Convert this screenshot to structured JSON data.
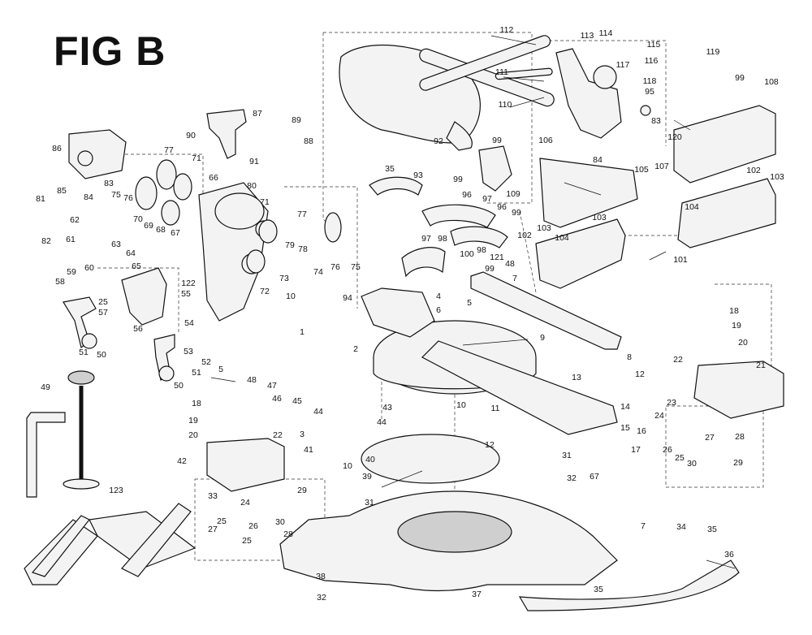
{
  "figure": {
    "title": "FIG B"
  },
  "callouts": [
    {
      "id": "c1",
      "label": "1"
    },
    {
      "id": "c2",
      "label": "2"
    },
    {
      "id": "c3",
      "label": "3"
    },
    {
      "id": "c4",
      "label": "4"
    },
    {
      "id": "c5a",
      "label": "5"
    },
    {
      "id": "c5b",
      "label": "5"
    },
    {
      "id": "c6",
      "label": "6"
    },
    {
      "id": "c7a",
      "label": "7"
    },
    {
      "id": "c7b",
      "label": "7"
    },
    {
      "id": "c8",
      "label": "8"
    },
    {
      "id": "c9",
      "label": "9"
    },
    {
      "id": "c10a",
      "label": "10"
    },
    {
      "id": "c10b",
      "label": "10"
    },
    {
      "id": "c10c",
      "label": "10"
    },
    {
      "id": "c11",
      "label": "11"
    },
    {
      "id": "c12a",
      "label": "12"
    },
    {
      "id": "c12b",
      "label": "12"
    },
    {
      "id": "c13",
      "label": "13"
    },
    {
      "id": "c14",
      "label": "14"
    },
    {
      "id": "c15",
      "label": "15"
    },
    {
      "id": "c16",
      "label": "16"
    },
    {
      "id": "c17",
      "label": "17"
    },
    {
      "id": "c18a",
      "label": "18"
    },
    {
      "id": "c18b",
      "label": "18"
    },
    {
      "id": "c19a",
      "label": "19"
    },
    {
      "id": "c19b",
      "label": "19"
    },
    {
      "id": "c20a",
      "label": "20"
    },
    {
      "id": "c20b",
      "label": "20"
    },
    {
      "id": "c21",
      "label": "21"
    },
    {
      "id": "c22a",
      "label": "22"
    },
    {
      "id": "c22b",
      "label": "22"
    },
    {
      "id": "c23",
      "label": "23"
    },
    {
      "id": "c24a",
      "label": "24"
    },
    {
      "id": "c24b",
      "label": "24"
    },
    {
      "id": "c25a",
      "label": "25"
    },
    {
      "id": "c25b",
      "label": "25"
    },
    {
      "id": "c25c",
      "label": "25"
    },
    {
      "id": "c25d",
      "label": "25"
    },
    {
      "id": "c26a",
      "label": "26"
    },
    {
      "id": "c26b",
      "label": "26"
    },
    {
      "id": "c27a",
      "label": "27"
    },
    {
      "id": "c27b",
      "label": "27"
    },
    {
      "id": "c28a",
      "label": "28"
    },
    {
      "id": "c28b",
      "label": "28"
    },
    {
      "id": "c29a",
      "label": "29"
    },
    {
      "id": "c29b",
      "label": "29"
    },
    {
      "id": "c30a",
      "label": "30"
    },
    {
      "id": "c30b",
      "label": "30"
    },
    {
      "id": "c31a",
      "label": "31"
    },
    {
      "id": "c31b",
      "label": "31"
    },
    {
      "id": "c32a",
      "label": "32"
    },
    {
      "id": "c32b",
      "label": "32"
    },
    {
      "id": "c33",
      "label": "33"
    },
    {
      "id": "c34",
      "label": "34"
    },
    {
      "id": "c35a",
      "label": "35"
    },
    {
      "id": "c35b",
      "label": "35"
    },
    {
      "id": "c35c",
      "label": "35"
    },
    {
      "id": "c36",
      "label": "36"
    },
    {
      "id": "c37",
      "label": "37"
    },
    {
      "id": "c38",
      "label": "38"
    },
    {
      "id": "c39",
      "label": "39"
    },
    {
      "id": "c40",
      "label": "40"
    },
    {
      "id": "c41",
      "label": "41"
    },
    {
      "id": "c42",
      "label": "42"
    },
    {
      "id": "c43",
      "label": "43"
    },
    {
      "id": "c44a",
      "label": "44"
    },
    {
      "id": "c44b",
      "label": "44"
    },
    {
      "id": "c45",
      "label": "45"
    },
    {
      "id": "c46",
      "label": "46"
    },
    {
      "id": "c47",
      "label": "47"
    },
    {
      "id": "c48a",
      "label": "48"
    },
    {
      "id": "c48b",
      "label": "48"
    },
    {
      "id": "c49",
      "label": "49"
    },
    {
      "id": "c50a",
      "label": "50"
    },
    {
      "id": "c50b",
      "label": "50"
    },
    {
      "id": "c51a",
      "label": "51"
    },
    {
      "id": "c51b",
      "label": "51"
    },
    {
      "id": "c52",
      "label": "52"
    },
    {
      "id": "c53",
      "label": "53"
    },
    {
      "id": "c54",
      "label": "54"
    },
    {
      "id": "c55",
      "label": "55"
    },
    {
      "id": "c56",
      "label": "56"
    },
    {
      "id": "c57",
      "label": "57"
    },
    {
      "id": "c58",
      "label": "58"
    },
    {
      "id": "c59",
      "label": "59"
    },
    {
      "id": "c60",
      "label": "60"
    },
    {
      "id": "c61",
      "label": "61"
    },
    {
      "id": "c62",
      "label": "62"
    },
    {
      "id": "c63",
      "label": "63"
    },
    {
      "id": "c64",
      "label": "64"
    },
    {
      "id": "c65",
      "label": "65"
    },
    {
      "id": "c66",
      "label": "66"
    },
    {
      "id": "c67a",
      "label": "67"
    },
    {
      "id": "c67b",
      "label": "67"
    },
    {
      "id": "c68",
      "label": "68"
    },
    {
      "id": "c69",
      "label": "69"
    },
    {
      "id": "c70",
      "label": "70"
    },
    {
      "id": "c71a",
      "label": "71"
    },
    {
      "id": "c71b",
      "label": "71"
    },
    {
      "id": "c72",
      "label": "72"
    },
    {
      "id": "c73",
      "label": "73"
    },
    {
      "id": "c74",
      "label": "74"
    },
    {
      "id": "c75a",
      "label": "75"
    },
    {
      "id": "c75b",
      "label": "75"
    },
    {
      "id": "c76a",
      "label": "76"
    },
    {
      "id": "c76b",
      "label": "76"
    },
    {
      "id": "c77a",
      "label": "77"
    },
    {
      "id": "c77b",
      "label": "77"
    },
    {
      "id": "c78",
      "label": "78"
    },
    {
      "id": "c79",
      "label": "79"
    },
    {
      "id": "c80",
      "label": "80"
    },
    {
      "id": "c81",
      "label": "81"
    },
    {
      "id": "c82",
      "label": "82"
    },
    {
      "id": "c83a",
      "label": "83"
    },
    {
      "id": "c83b",
      "label": "83"
    },
    {
      "id": "c84a",
      "label": "84"
    },
    {
      "id": "c84b",
      "label": "84"
    },
    {
      "id": "c85",
      "label": "85"
    },
    {
      "id": "c86",
      "label": "86"
    },
    {
      "id": "c87",
      "label": "87"
    },
    {
      "id": "c88",
      "label": "88"
    },
    {
      "id": "c89",
      "label": "89"
    },
    {
      "id": "c90",
      "label": "90"
    },
    {
      "id": "c91",
      "label": "91"
    },
    {
      "id": "c92",
      "label": "92"
    },
    {
      "id": "c93",
      "label": "93"
    },
    {
      "id": "c94",
      "label": "94"
    },
    {
      "id": "c95",
      "label": "95"
    },
    {
      "id": "c96a",
      "label": "96"
    },
    {
      "id": "c96b",
      "label": "96"
    },
    {
      "id": "c97a",
      "label": "97"
    },
    {
      "id": "c97b",
      "label": "97"
    },
    {
      "id": "c98a",
      "label": "98"
    },
    {
      "id": "c98b",
      "label": "98"
    },
    {
      "id": "c99a",
      "label": "99"
    },
    {
      "id": "c99b",
      "label": "99"
    },
    {
      "id": "c99c",
      "label": "99"
    },
    {
      "id": "c99d",
      "label": "99"
    },
    {
      "id": "c99e",
      "label": "99"
    },
    {
      "id": "c100",
      "label": "100"
    },
    {
      "id": "c101",
      "label": "101"
    },
    {
      "id": "c102a",
      "label": "102"
    },
    {
      "id": "c102b",
      "label": "102"
    },
    {
      "id": "c103a",
      "label": "103"
    },
    {
      "id": "c103b",
      "label": "103"
    },
    {
      "id": "c103c",
      "label": "103"
    },
    {
      "id": "c104a",
      "label": "104"
    },
    {
      "id": "c104b",
      "label": "104"
    },
    {
      "id": "c105",
      "label": "105"
    },
    {
      "id": "c106",
      "label": "106"
    },
    {
      "id": "c107",
      "label": "107"
    },
    {
      "id": "c108",
      "label": "108"
    },
    {
      "id": "c109",
      "label": "109"
    },
    {
      "id": "c110",
      "label": "110"
    },
    {
      "id": "c111",
      "label": "111"
    },
    {
      "id": "c112",
      "label": "112"
    },
    {
      "id": "c113",
      "label": "113"
    },
    {
      "id": "c114",
      "label": "114"
    },
    {
      "id": "c115",
      "label": "115"
    },
    {
      "id": "c116",
      "label": "116"
    },
    {
      "id": "c117",
      "label": "117"
    },
    {
      "id": "c118",
      "label": "118"
    },
    {
      "id": "c119",
      "label": "119"
    },
    {
      "id": "c120",
      "label": "120"
    },
    {
      "id": "c121",
      "label": "121"
    },
    {
      "id": "c122",
      "label": "122"
    },
    {
      "id": "c123",
      "label": "123"
    }
  ]
}
